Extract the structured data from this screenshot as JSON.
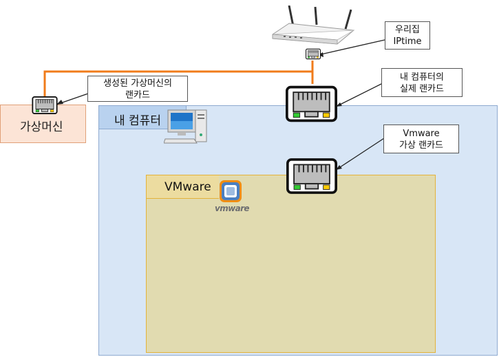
{
  "labels": {
    "my_computer": "내 컴퓨터",
    "vmware": "VMware",
    "virtual_machine": "가상머신"
  },
  "callouts": {
    "vm_nic": [
      "생성된 가상머신의",
      "랜카드"
    ],
    "router": [
      "우리집",
      "IPtime"
    ],
    "pc_nic": [
      "내 컴퓨터의",
      "실제 랜카드"
    ],
    "vmware_nic": [
      "Vmware",
      "가상 랜카드"
    ]
  },
  "vmware_logo_text": "vmware",
  "colors": {
    "cable": "#f07b1a",
    "my_computer_fill": "#d8e6f6",
    "vmware_fill": "#e1dbb0",
    "vm_fill": "#fce4d6",
    "nic_led_green": "#33cc33",
    "nic_led_yellow": "#ffcc00"
  },
  "icons": [
    "router-icon",
    "desktop-computer-icon",
    "vmware-logo-icon",
    "ethernet-port-icon"
  ]
}
